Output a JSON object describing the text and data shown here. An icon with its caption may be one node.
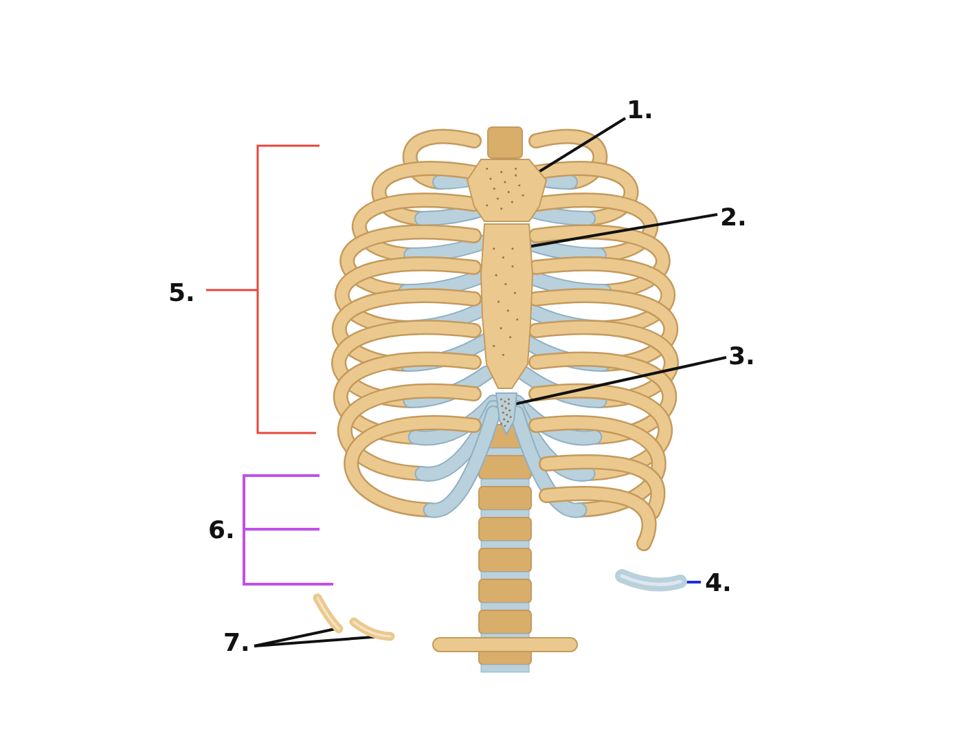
{
  "diagram": {
    "nodes": [
      {
        "text": [
          "1."
        ]
      },
      {
        "text": [],
        "shape": "picture"
      },
      {
        "text": [
          "2."
        ]
      },
      {
        "text": [],
        "shape": "picture"
      },
      {
        "text": [
          "3."
        ]
      },
      {
        "text": [],
        "shape": "picture"
      },
      {
        "text": [
          "4."
        ]
      },
      {
        "text": [],
        "shape": "picture"
      },
      {
        "text": [
          "7."
        ]
      },
      {
        "text": [],
        "shape": "picture"
      },
      {
        "text": [],
        "shape": "picture"
      }
    ],
    "edges": [
      {
        "from": 0,
        "to": 1,
        "arrow": "none"
      },
      {
        "from": 2,
        "to": 3,
        "arrow": "none"
      },
      {
        "from": 4,
        "to": 5,
        "arrow": "none"
      },
      {
        "from": 6,
        "to": 7,
        "arrow": "none",
        "color": "#1f2fd6"
      },
      {
        "from": 8,
        "to": 9,
        "arrow": "none"
      },
      {
        "from": 8,
        "to": 10,
        "arrow": "none"
      }
    ],
    "labels": [
      "5.",
      "6."
    ]
  }
}
